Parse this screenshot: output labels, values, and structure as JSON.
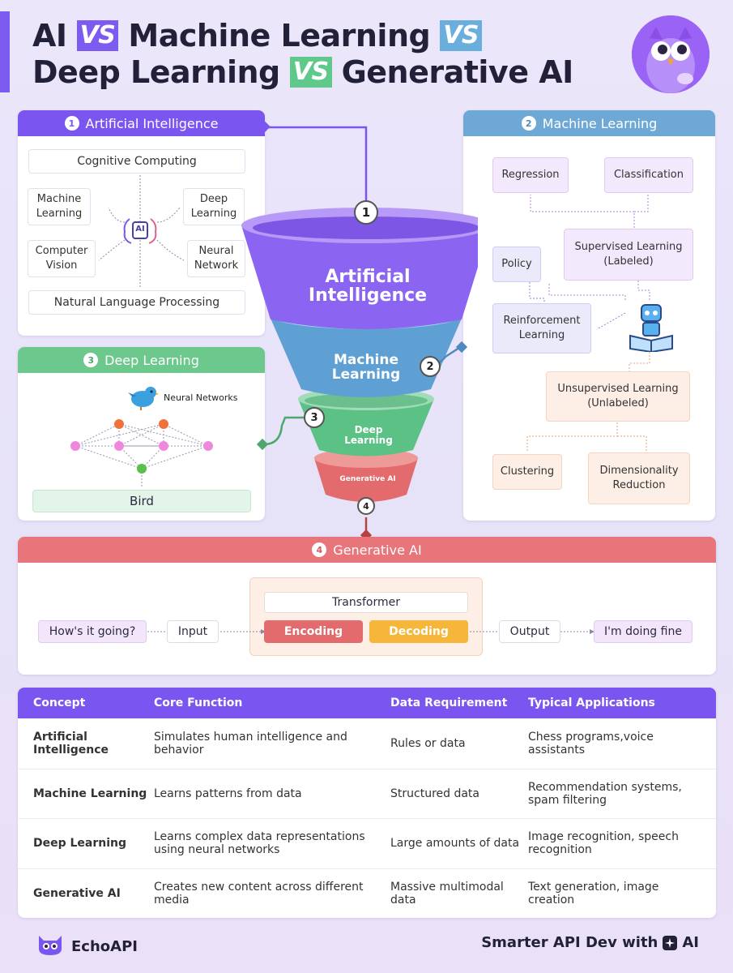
{
  "header": {
    "t1": "AI",
    "vs1": "VS",
    "t2": "Machine Learning",
    "vs2": "VS",
    "t3": "Deep Learning",
    "vs3": "VS",
    "t4": "Generative AI",
    "colors": {
      "vs_purple": "#7c5cf0",
      "vs_blue": "#6aaede",
      "vs_green": "#5fc98c"
    }
  },
  "ai_card": {
    "num": "1",
    "title": "Artificial Intelligence",
    "color": "#7b55f0",
    "top": "Cognitive Computing",
    "left1": "Machine Learning",
    "left2": "Computer Vision",
    "right1": "Deep Learning",
    "right2": "Neural Network",
    "bottom": "Natural Language Processing",
    "chip": "AI"
  },
  "ml_card": {
    "num": "2",
    "title": "Machine Learning",
    "color": "#6ea9d6",
    "regression": "Regression",
    "classification": "Classification",
    "supervised": "Supervised Learning (Labeled)",
    "policy": "Policy",
    "reinforcement": "Reinforcement Learning",
    "unsupervised": "Unsupervised Learning (Unlabeled)",
    "clustering": "Clustering",
    "dimensionality": "Dimensionality Reduction"
  },
  "dl_card": {
    "num": "3",
    "title": "Deep Learning",
    "color": "#6cc88d",
    "nn_label": "Neural Networks",
    "output": "Bird"
  },
  "funnel": {
    "ai": "Artificial Intelligence",
    "ml": "Machine Learning",
    "dl": "Deep Learning",
    "gen": "Generative AI",
    "n1": "1",
    "n2": "2",
    "n3": "3",
    "n4": "4"
  },
  "gen_card": {
    "num": "4",
    "title": "Generative AI",
    "color": "#e8757a",
    "prompt": "How's it going?",
    "input": "Input",
    "transformer": "Transformer",
    "encoding": "Encoding",
    "decoding": "Decoding",
    "output": "Output",
    "reply": "I'm doing fine"
  },
  "table": {
    "headers": [
      "Concept",
      "Core Function",
      "Data Requirement",
      "Typical Applications"
    ],
    "rows": [
      [
        "Artificial Intelligence",
        "Simulates human intelligence and behavior",
        "Rules or data",
        "Chess programs,voice assistants"
      ],
      [
        "Machine Learning",
        "Learns patterns from data",
        "Structured data",
        "Recommendation systems, spam filtering"
      ],
      [
        "Deep Learning",
        "Learns complex data representations using neural networks",
        "Large amounts of data",
        "Image recognition, speech recognition"
      ],
      [
        "Generative AI",
        "Creates new content across different media",
        "Massive multimodal data",
        "Text generation, image creation"
      ]
    ]
  },
  "footer": {
    "brand": "EchoAPI",
    "tagline": "Smarter API Dev with",
    "tagline_ai": "AI"
  }
}
